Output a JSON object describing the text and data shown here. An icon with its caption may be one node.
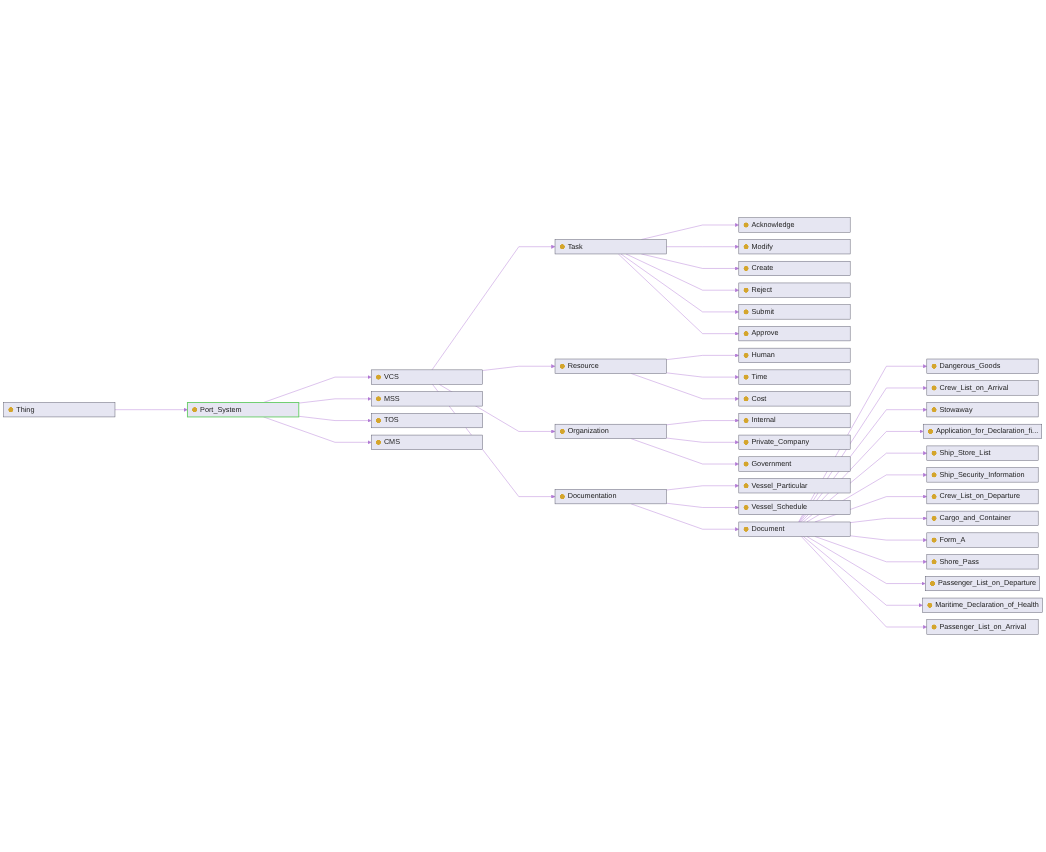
{
  "diagram": {
    "nodes": [
      {
        "text": [
          "Time"
        ]
      },
      {
        "text": [
          "Human"
        ]
      },
      {
        "text": [
          "Cost"
        ]
      },
      {
        "text": [
          "Acknowledge"
        ]
      },
      {
        "text": [
          "Modify"
        ]
      },
      {
        "text": [
          "Resource"
        ]
      },
      {
        "text": [
          "Internal"
        ]
      },
      {
        "text": [
          "Create"
        ]
      },
      {
        "text": [
          "Private_Company"
        ]
      },
      {
        "text": [
          "Reject"
        ]
      },
      {
        "text": [
          "Task"
        ]
      },
      {
        "text": [
          "Organization"
        ]
      },
      {
        "text": [
          "Government"
        ]
      },
      {
        "text": [
          "Submit"
        ]
      },
      {
        "text": [
          "Approve"
        ]
      },
      {
        "text": [
          "MSS"
        ]
      },
      {
        "text": [
          "TOS"
        ]
      },
      {
        "text": [
          "CMS"
        ]
      },
      {
        "text": [
          "Thing"
        ]
      },
      {
        "text": [
          "Vessel_Particular"
        ]
      },
      {
        "text": [
          "VCS"
        ]
      },
      {
        "text": [
          "Port_System"
        ]
      },
      {
        "text": [
          "Passenger_List_on_Arrival"
        ]
      },
      {
        "text": [
          "Vessel_Schedule"
        ]
      },
      {
        "text": [
          "Maritime_Declaration_of_Health"
        ]
      },
      {
        "text": [
          "Dangerous_Goods"
        ]
      },
      {
        "text": [
          "Passenger_List_on_Departure"
        ]
      },
      {
        "text": [
          "Crew_List_on_Arrival"
        ]
      },
      {
        "text": [
          "Documentation"
        ]
      },
      {
        "text": [
          "Shore_Pass"
        ]
      },
      {
        "text": [
          "Stowaway"
        ]
      },
      {
        "text": [
          "Document"
        ]
      },
      {
        "text": [
          "Form_A"
        ]
      },
      {
        "text": [
          "Application_for_Declaration_fi..."
        ]
      },
      {
        "text": [
          "Cargo_and_Container"
        ]
      },
      {
        "text": [
          "Ship_Store_List"
        ]
      },
      {
        "text": [
          "Crew_List_on_Departure"
        ]
      },
      {
        "text": [
          "Ship_Security_Information"
        ]
      }
    ],
    "edges": [
      {
        "from": 18,
        "to": 21,
        "arrow": "to"
      },
      {
        "from": 21,
        "to": 20,
        "arrow": "to"
      },
      {
        "from": 21,
        "to": 15,
        "arrow": "to"
      },
      {
        "from": 21,
        "to": 16,
        "arrow": "to"
      },
      {
        "from": 21,
        "to": 17,
        "arrow": "to"
      },
      {
        "from": 20,
        "to": 10,
        "arrow": "to"
      },
      {
        "from": 20,
        "to": 5,
        "arrow": "to"
      },
      {
        "from": 20,
        "to": 11,
        "arrow": "to"
      },
      {
        "from": 20,
        "to": 28,
        "arrow": "to"
      },
      {
        "from": 5,
        "to": 1,
        "arrow": "to"
      },
      {
        "from": 5,
        "to": 0,
        "arrow": "to"
      },
      {
        "from": 5,
        "to": 2,
        "arrow": "to"
      },
      {
        "from": 10,
        "to": 3,
        "arrow": "to"
      },
      {
        "from": 10,
        "to": 4,
        "arrow": "to"
      },
      {
        "from": 10,
        "to": 7,
        "arrow": "to"
      },
      {
        "from": 10,
        "to": 9,
        "arrow": "to"
      },
      {
        "from": 10,
        "to": 13,
        "arrow": "to"
      },
      {
        "from": 10,
        "to": 14,
        "arrow": "to"
      },
      {
        "from": 11,
        "to": 6,
        "arrow": "to"
      },
      {
        "from": 11,
        "to": 8,
        "arrow": "to"
      },
      {
        "from": 11,
        "to": 12,
        "arrow": "to"
      },
      {
        "from": 28,
        "to": 19,
        "arrow": "to"
      },
      {
        "from": 28,
        "to": 23,
        "arrow": "to"
      },
      {
        "from": 28,
        "to": 31,
        "arrow": "to"
      },
      {
        "from": 31,
        "to": 25,
        "arrow": "to"
      },
      {
        "from": 31,
        "to": 27,
        "arrow": "to"
      },
      {
        "from": 31,
        "to": 30,
        "arrow": "to"
      },
      {
        "from": 31,
        "to": 33,
        "arrow": "to"
      },
      {
        "from": 31,
        "to": 35,
        "arrow": "to"
      },
      {
        "from": 31,
        "to": 37,
        "arrow": "to"
      },
      {
        "from": 31,
        "to": 36,
        "arrow": "to"
      },
      {
        "from": 31,
        "to": 34,
        "arrow": "to"
      },
      {
        "from": 31,
        "to": 32,
        "arrow": "to"
      },
      {
        "from": 31,
        "to": 29,
        "arrow": "to"
      },
      {
        "from": 31,
        "to": 26,
        "arrow": "to"
      },
      {
        "from": 31,
        "to": 24,
        "arrow": "to"
      },
      {
        "from": 31,
        "to": 22,
        "arrow": "to"
      }
    ]
  }
}
